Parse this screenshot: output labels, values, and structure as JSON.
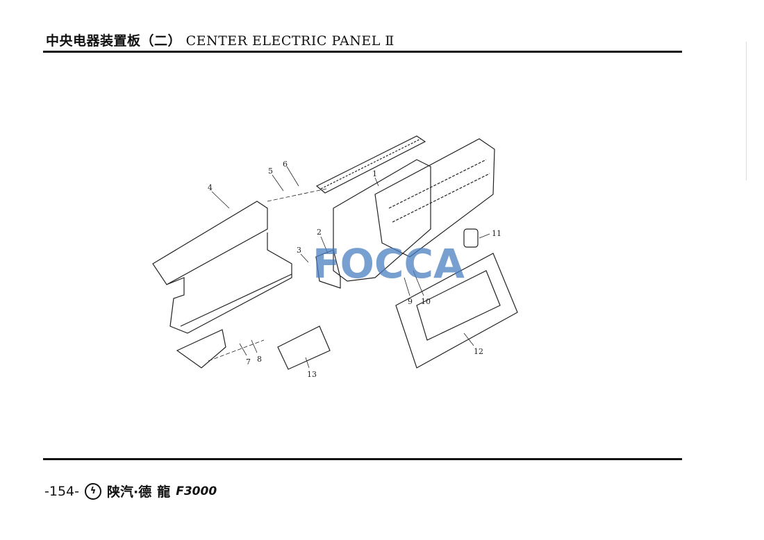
{
  "header": {
    "title_cn": "中央电器装置板（二）",
    "title_en": "CENTER ELECTRIC PANEL Ⅱ"
  },
  "diagram": {
    "callouts": [
      "1",
      "2",
      "3",
      "4",
      "5",
      "6",
      "7",
      "8",
      "9",
      "10",
      "11",
      "12",
      "13"
    ],
    "watermark": "FOCCA"
  },
  "footer": {
    "page_number": "-154-",
    "brand": "陕汽·德",
    "brand_glyph": "龍",
    "model": "F3000"
  }
}
